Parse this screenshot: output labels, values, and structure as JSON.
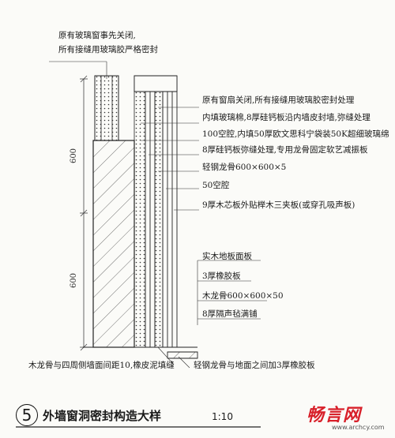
{
  "notes_top": [
    "原有玻璃窗事先关闭,",
    "所有接缝用玻璃胶严格密封"
  ],
  "notes_right_upper": [
    "原有窗扇关闭,所有接缝用玻璃胶密封处理",
    "内填玻璃棉,8厚硅钙板沿内墙皮封墙,弥缝处理",
    "100空腔,内填50厚欧文思科宁袋装50K超细玻璃绵",
    "8厚硅钙板弥缝处理,专用龙骨固定软艺减振板",
    "轻钢龙骨600×600×5",
    "50空腔",
    "9厚木芯板外贴榉木三夹板(或穿孔吸声板)"
  ],
  "notes_right_lower": [
    "实木地板面板",
    "3厚橡胶板",
    "木龙骨600×600×50",
    "8厚隔声毡满铺"
  ],
  "note_bottom_left": "木龙骨与四周侧墙面间距10,橡皮泥填缝",
  "note_bottom_right": "轻钢龙骨与地面之间加3厚橡胶板",
  "dimensions": [
    "600",
    "600"
  ],
  "title": {
    "number": "5",
    "text": "外墙窗洞密封构造大样",
    "scale": "1:10"
  },
  "watermark": {
    "logo": "畅言网",
    "url": "www.archcy.com"
  },
  "colors": {
    "line": "#1a1a1a",
    "watermark": "#d8202a"
  }
}
